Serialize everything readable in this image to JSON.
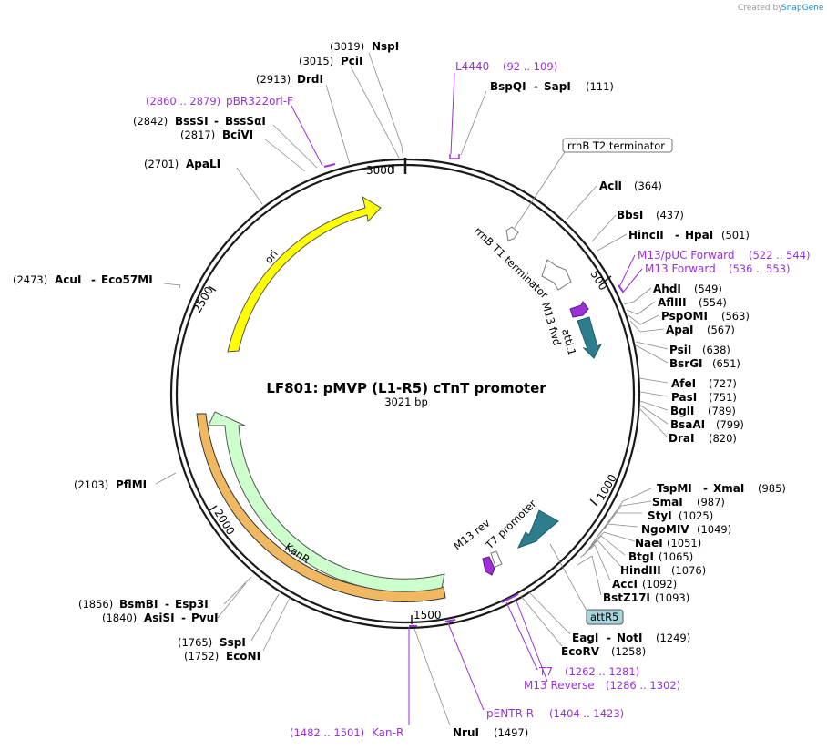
{
  "plasmid": {
    "name": "LF801: pMVP (L1-R5) cTnT promoter",
    "length_label": "3021 bp"
  },
  "credit": {
    "prefix": "Created by",
    "brand": "SnapGene"
  },
  "ticks": [
    "3000",
    "500",
    "1000",
    "1500",
    "2000",
    "2500"
  ],
  "sites": [
    {
      "name": "NspI",
      "pos": "(3019)"
    },
    {
      "name": "PciI",
      "pos": "(3015)"
    },
    {
      "name": "DrdI",
      "pos": "(2913)"
    },
    {
      "name": "BssSI",
      "name2": "BssSαI",
      "pos": "(2842)"
    },
    {
      "name": "BciVI",
      "pos": "(2817)"
    },
    {
      "name": "ApaLI",
      "pos": "(2701)"
    },
    {
      "name": "AcuI",
      "name2": "Eco57MI",
      "pos": "(2473)"
    },
    {
      "name": "PflMI",
      "pos": "(2103)"
    },
    {
      "name": "BsmBI",
      "name2": "Esp3I",
      "pos": "(1856)"
    },
    {
      "name": "AsiSI",
      "name2": "PvuI",
      "pos": "(1840)"
    },
    {
      "name": "SspI",
      "pos": "(1765)"
    },
    {
      "name": "EcoNI",
      "pos": "(1752)"
    },
    {
      "name": "NruI",
      "pos": "(1497)"
    },
    {
      "name": "EcoRV",
      "pos": "(1258)"
    },
    {
      "name": "EagI",
      "name2": "NotI",
      "pos": "(1249)"
    },
    {
      "name": "BstZ17I",
      "pos": "(1093)"
    },
    {
      "name": "AccI",
      "pos": "(1092)"
    },
    {
      "name": "HindIII",
      "pos": "(1076)"
    },
    {
      "name": "BtgI",
      "pos": "(1065)"
    },
    {
      "name": "NaeI",
      "pos": "(1051)"
    },
    {
      "name": "NgoMIV",
      "pos": "(1049)"
    },
    {
      "name": "StyI",
      "pos": "(1025)"
    },
    {
      "name": "SmaI",
      "pos": "(987)"
    },
    {
      "name": "TspMI",
      "name2": "XmaI",
      "pos": "(985)"
    },
    {
      "name": "DraI",
      "pos": "(820)"
    },
    {
      "name": "BsaAI",
      "pos": "(799)"
    },
    {
      "name": "BglI",
      "pos": "(789)"
    },
    {
      "name": "PasI",
      "pos": "(751)"
    },
    {
      "name": "AfeI",
      "pos": "(727)"
    },
    {
      "name": "BsrGI",
      "pos": "(651)"
    },
    {
      "name": "PsiI",
      "pos": "(638)"
    },
    {
      "name": "ApaI",
      "pos": "(567)"
    },
    {
      "name": "PspOMI",
      "pos": "(563)"
    },
    {
      "name": "AflIII",
      "pos": "(554)"
    },
    {
      "name": "AhdI",
      "pos": "(549)"
    },
    {
      "name": "HincII",
      "name2": "HpaI",
      "pos": "(501)"
    },
    {
      "name": "BbsI",
      "pos": "(437)"
    },
    {
      "name": "AclI",
      "pos": "(364)"
    },
    {
      "name": "BspQI",
      "name2": "SapI",
      "pos": "(111)"
    }
  ],
  "primers": [
    {
      "name": "L4440",
      "range": "(92 .. 109)"
    },
    {
      "name": "pBR322ori-F",
      "range": "(2860 .. 2879)"
    },
    {
      "name": "M13/pUC Forward",
      "range": "(522 .. 544)"
    },
    {
      "name": "M13 Forward",
      "range": "(536 .. 553)"
    },
    {
      "name": "T7",
      "range": "(1262 .. 1281)"
    },
    {
      "name": "M13 Reverse",
      "range": "(1286 .. 1302)"
    },
    {
      "name": "pENTR-R",
      "range": "(1404 .. 1423)"
    },
    {
      "name": "Kan-R",
      "range": "(1482 .. 1501)"
    }
  ],
  "features": {
    "rrnb_t2": "rrnB T2 terminator",
    "rrnb_t1": "rrnB T1 terminator",
    "m13_fwd": "M13 fwd",
    "attl1": "attL1",
    "m13_rev": "M13 rev",
    "t7_promoter": "T7 promoter",
    "attr5": "attR5",
    "ori": "ori",
    "kanr": "KanR"
  },
  "colors": {
    "ori": "#ffff00",
    "kanr": "#ccffcc",
    "kanr_halo": "#f0b860",
    "attl1": "#2e7d8c",
    "t7": "#2e7d8c",
    "primer": "#9b30d9",
    "attr5_box": "#a8d4de"
  }
}
